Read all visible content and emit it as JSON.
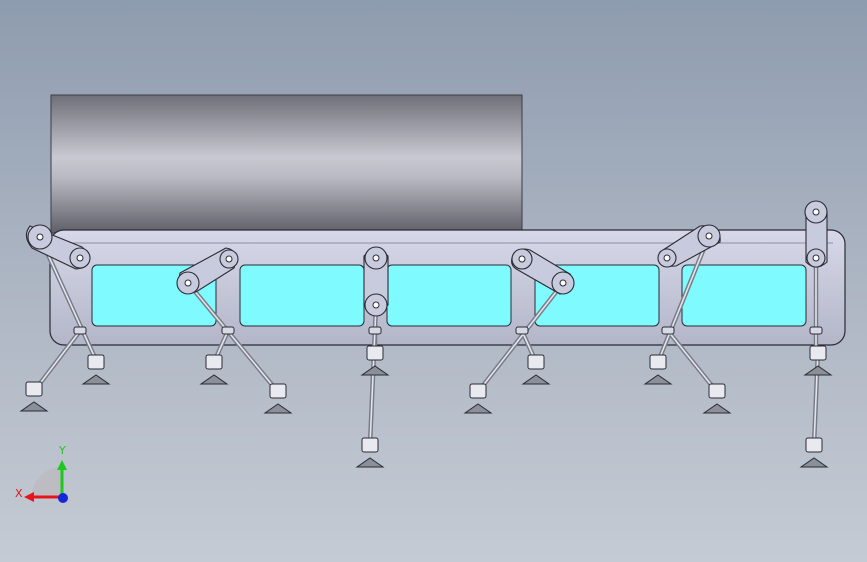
{
  "viewport": {
    "background_top": "#8e9caf",
    "background_bottom": "#c5cbd4"
  },
  "model": {
    "cylinder_color": "#9a9aa4",
    "frame_color": "#c8cade",
    "window_color": "#7ffaff",
    "window_count": 5,
    "link_color": "#c8cade",
    "rod_color": "#b9bdc9",
    "foot_color": "#8a8f9a"
  },
  "triad": {
    "x_label": "X",
    "y_label": "Y",
    "x_color": "#e8141c",
    "y_color": "#1ec81e",
    "z_color": "#1428d8"
  }
}
